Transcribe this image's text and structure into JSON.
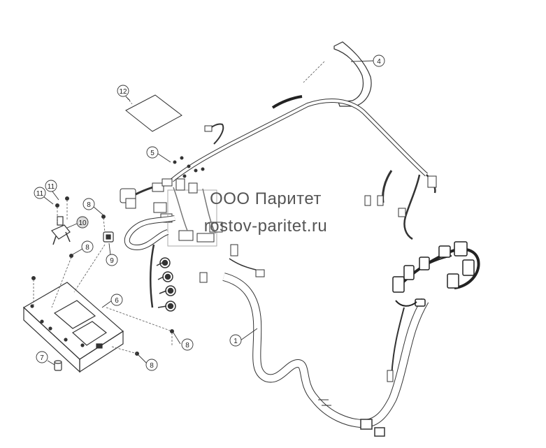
{
  "watermark": {
    "company": "ООО Паритет",
    "site": "rostov-paritet.ru"
  },
  "callouts": [
    {
      "id": "c1",
      "label": "1"
    },
    {
      "id": "c4",
      "label": "4"
    },
    {
      "id": "c5",
      "label": "5"
    },
    {
      "id": "c6",
      "label": "6"
    },
    {
      "id": "c7",
      "label": "7"
    },
    {
      "id": "c8a",
      "label": "8"
    },
    {
      "id": "c8b",
      "label": "8"
    },
    {
      "id": "c8c",
      "label": "8"
    },
    {
      "id": "c8d",
      "label": "8"
    },
    {
      "id": "c9",
      "label": "9"
    },
    {
      "id": "c10",
      "label": "10"
    },
    {
      "id": "c11a",
      "label": "11"
    },
    {
      "id": "c11b",
      "label": "11"
    },
    {
      "id": "c12",
      "label": "12"
    }
  ]
}
